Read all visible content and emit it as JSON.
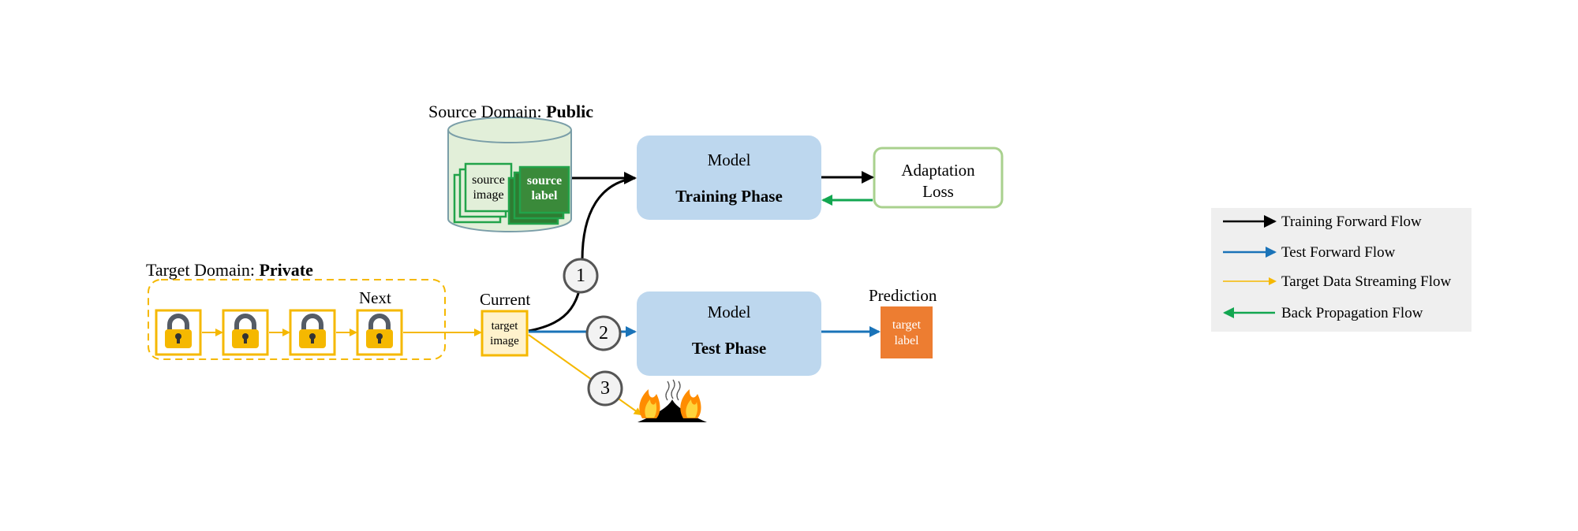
{
  "source_domain": {
    "prefix": "Source Domain: ",
    "emphasis": "Public",
    "image_line1": "source",
    "image_line2": "image",
    "label_line1": "source",
    "label_line2": "label"
  },
  "target_domain": {
    "prefix": "Target Domain: ",
    "emphasis": "Private",
    "next": "Next",
    "current": "Current",
    "image_line1": "target",
    "image_line2": "image"
  },
  "training_box": {
    "line1": "Model",
    "line2": "Training Phase"
  },
  "test_box": {
    "line1": "Model",
    "line2": "Test Phase"
  },
  "loss_box": {
    "line1": "Adaptation",
    "line2": "Loss"
  },
  "prediction": {
    "title": "Prediction",
    "line1": "target",
    "line2": "label"
  },
  "steps": [
    "1",
    "2",
    "3"
  ],
  "legend": [
    {
      "label": "Training Forward Flow",
      "color": "#000000"
    },
    {
      "label": "Test Forward Flow",
      "color": "#1a73b8"
    },
    {
      "label": "Target Data Streaming Flow",
      "color": "#f5b800"
    },
    {
      "label": "Back Propagation Flow",
      "color": "#12a650"
    }
  ],
  "colors": {
    "model_box": "#bdd7ee",
    "loss_border": "#a9d18e",
    "source_green": "#3a8a3a",
    "target_yellow": "#f5b800",
    "prediction_orange": "#ed7d31"
  }
}
